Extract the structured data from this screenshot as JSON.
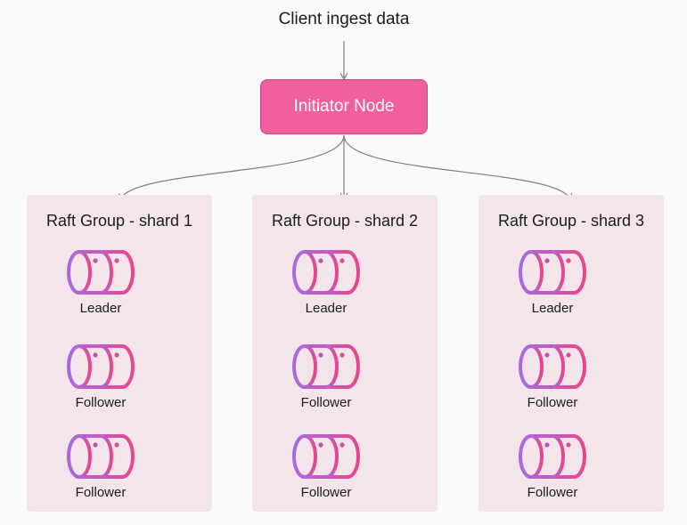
{
  "diagram": {
    "client_label": "Client ingest data",
    "initiator_label": "Initiator Node",
    "groups": [
      {
        "title": "Raft Group - shard 1",
        "nodes": [
          {
            "label": "Leader"
          },
          {
            "label": "Follower"
          },
          {
            "label": "Follower"
          }
        ]
      },
      {
        "title": "Raft Group - shard 2",
        "nodes": [
          {
            "label": "Leader"
          },
          {
            "label": "Follower"
          },
          {
            "label": "Follower"
          }
        ]
      },
      {
        "title": "Raft Group - shard 3",
        "nodes": [
          {
            "label": "Leader"
          },
          {
            "label": "Follower"
          },
          {
            "label": "Follower"
          }
        ]
      }
    ],
    "colors": {
      "initiator_fill": "#f0609f",
      "group_fill": "#f3e5ea",
      "node_gradient_start": "#a86ae0",
      "node_gradient_end": "#e8468c",
      "connector": "#808080"
    },
    "icon": "database-cylinder-icon"
  }
}
